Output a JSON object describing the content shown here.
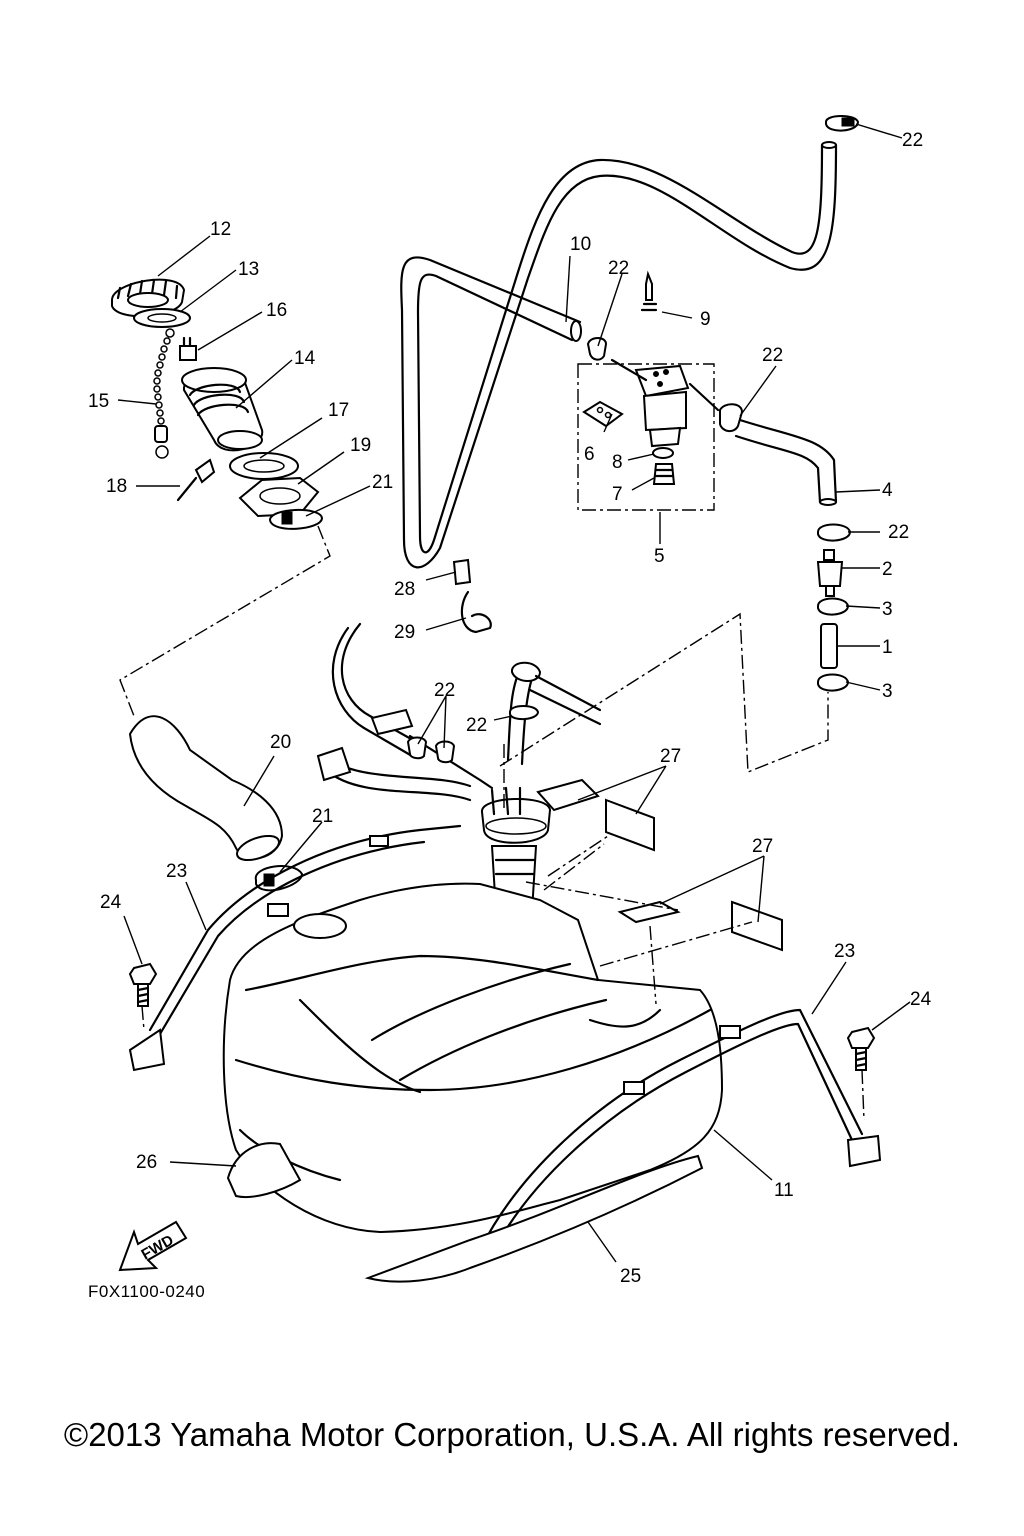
{
  "diagram": {
    "callouts": [
      "1",
      "2",
      "3",
      "3",
      "4",
      "5",
      "6",
      "7",
      "8",
      "9",
      "10",
      "11",
      "12",
      "13",
      "14",
      "15",
      "16",
      "17",
      "18",
      "19",
      "20",
      "21",
      "21",
      "22",
      "22",
      "22",
      "22",
      "22",
      "22",
      "22",
      "23",
      "23",
      "24",
      "24",
      "25",
      "26",
      "27",
      "27",
      "28",
      "29"
    ],
    "fwd_label": "FWD",
    "code": "F0X1100-0240"
  },
  "footer": {
    "copyright": "©2013 Yamaha Motor Corporation, U.S.A. All rights reserved."
  }
}
